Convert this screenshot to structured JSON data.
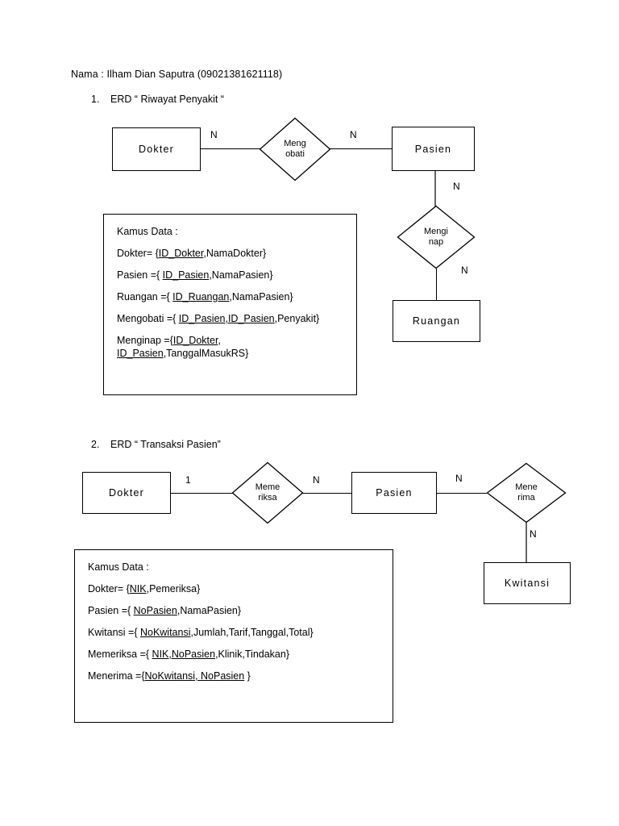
{
  "document": {
    "header": "Nama : Ilham Dian Saputra (09021381621118)"
  },
  "sections": [
    {
      "number": "1.",
      "title": "ERD “ Riwayat Penyakit “",
      "entities": {
        "dokter": "Dokter",
        "pasien": "Pasien",
        "ruangan": "Ruangan"
      },
      "relationships": {
        "mengobati_line1": "Meng",
        "mengobati_line2": "obati",
        "menginap_line1": "Mengi",
        "menginap_line2": "nap"
      },
      "cardinalities": {
        "dokter_mengobati": "N",
        "mengobati_pasien": "N",
        "pasien_menginap": "N",
        "menginap_ruangan": "N"
      },
      "kamus": {
        "title": "Kamus Data :",
        "lines": [
          {
            "pre": "Dokter= {",
            "underline": "ID_Dokter",
            "post": ",NamaDokter}"
          },
          {
            "pre": "Pasien ={ ",
            "underline": "ID_Pasien",
            "post": ",NamaPasien}"
          },
          {
            "pre": "Ruangan ={ ",
            "underline": "ID_Ruangan",
            "post": ",NamaPasien}"
          },
          {
            "pre": "Mengobati ={ ",
            "underline": "ID_Pasien,ID_Pasien",
            "post": ",Penyakit}"
          },
          {
            "pre": "Menginap ={",
            "underline": "ID_Dokter",
            "post": ","
          },
          {
            "pre": "",
            "underline": "ID_Pasien",
            "post": ",TanggalMasukRS}"
          }
        ]
      }
    },
    {
      "number": "2.",
      "title": "ERD “ Transaksi Pasien”",
      "entities": {
        "dokter": "Dokter",
        "pasien": "Pasien",
        "kwitansi": "Kwitansi"
      },
      "relationships": {
        "memeriksa_line1": "Meme",
        "memeriksa_line2": "riksa",
        "menerima_line1": "Mene",
        "menerima_line2": "rima"
      },
      "cardinalities": {
        "dokter_memeriksa": "1",
        "memeriksa_pasien": "N",
        "pasien_menerima": "N",
        "menerima_kwitansi": "N"
      },
      "kamus": {
        "title": "Kamus Data :",
        "lines": [
          {
            "pre": "Dokter= {",
            "underline": "NIK",
            "post": ",Pemeriksa}"
          },
          {
            "pre": "Pasien ={ ",
            "underline": "NoPasien",
            "post": ",NamaPasien}"
          },
          {
            "pre": "Kwitansi ={ ",
            "underline": "NoKwitansi",
            "post": ",Jumlah,Tarif,Tanggal,Total}"
          },
          {
            "pre": "Memeriksa ={ ",
            "underline": "NIK,NoPasien",
            "post": ",Klinik,Tindakan}"
          },
          {
            "pre": "Menerima ={",
            "underline": "NoKwitansi, NoPasien",
            "post": " }"
          }
        ]
      }
    }
  ],
  "colors": {
    "stroke": "#000000",
    "background": "#ffffff"
  }
}
